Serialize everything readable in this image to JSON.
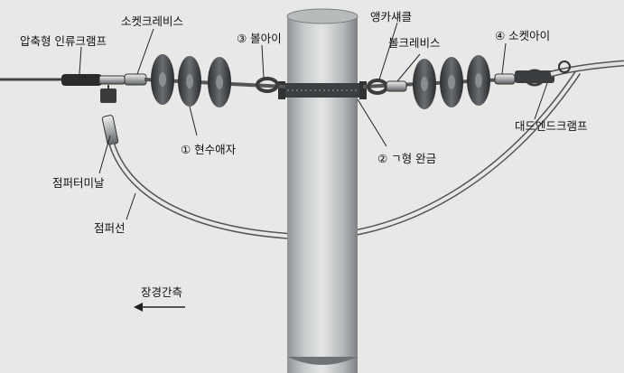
{
  "labels": {
    "compression_dead_end": "압축형 인류크램프",
    "socket_clevis": "소켓크레비스",
    "ball_eye": "③ 볼아이",
    "anchor_shackle": "앵카섀클",
    "ball_clevis": "볼크레비스",
    "socket_eye": "④ 소켓아이",
    "suspension_insulator": "① 현수애자",
    "angle_arm_band": "② ㄱ형 완금",
    "dead_end_clamp": "대드엔드크램프",
    "jumper_terminal": "점퍼터미날",
    "jumper_wire": "점퍼선",
    "long_span_direction": "장경간측"
  }
}
